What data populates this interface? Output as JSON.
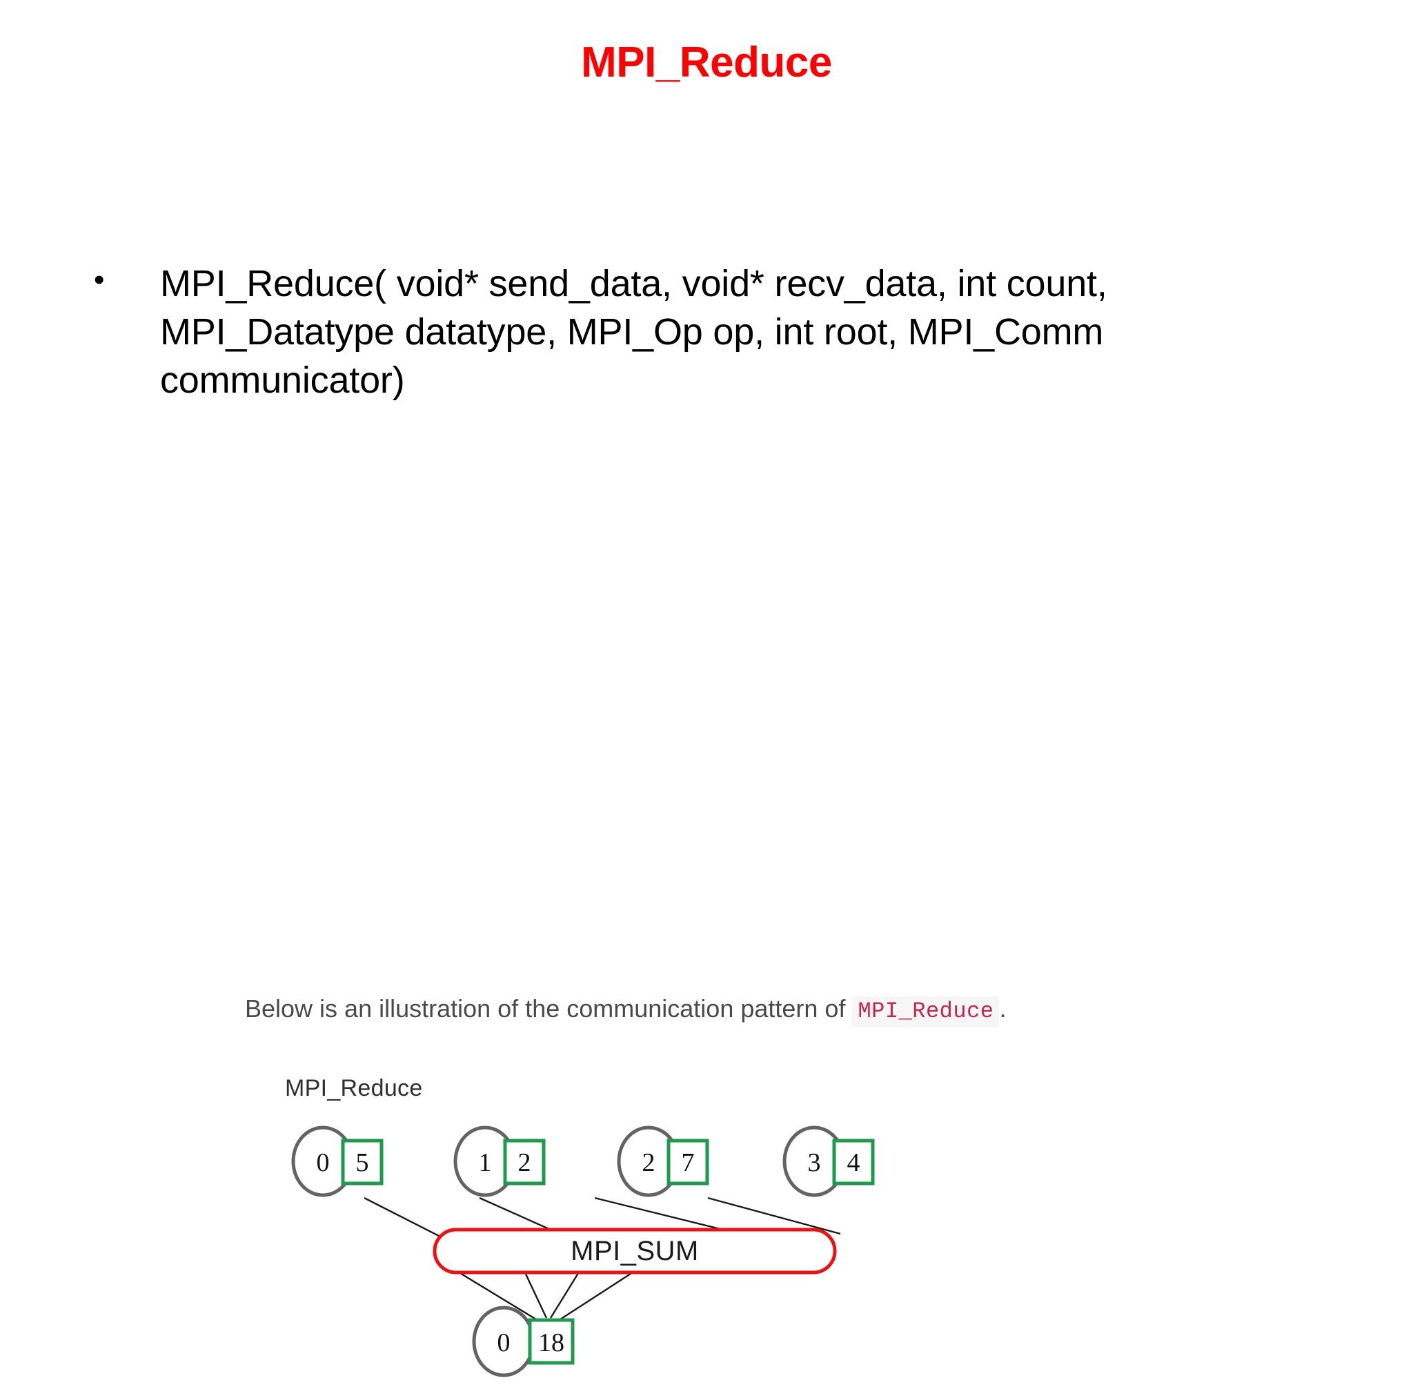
{
  "slide": {
    "title": "MPI_Reduce",
    "title_color": "#fe0000"
  },
  "bullet": {
    "marker": "•",
    "text": "MPI_Reduce( void* send_data, void* recv_data, int count, MPI_Datatype datatype, MPI_Op op, int root, MPI_Comm communicator)"
  },
  "figure": {
    "caption_before": "Below is an illustration of the communication pattern of ",
    "caption_code": "MPI_Reduce",
    "caption_after": ".",
    "caption_color": "#4a4a4a",
    "code_color": "#c7254e",
    "code_background": "#f6f6f6",
    "diagram_label": "MPI_Reduce",
    "operation_label": "MPI_SUM",
    "operation_border_color": "#ef1111",
    "circle_border_color": "#636363",
    "value_box_border_color": "#1e9a4e",
    "ranks": [
      {
        "rank": "0",
        "value": "5"
      },
      {
        "rank": "1",
        "value": "2"
      },
      {
        "rank": "2",
        "value": "7"
      },
      {
        "rank": "3",
        "value": "4"
      }
    ],
    "root": {
      "rank": "0",
      "value": "18"
    }
  },
  "chart_data": {
    "type": "diagram",
    "title": "MPI_Reduce",
    "nodes": [
      {
        "id": "rank0",
        "rank": 0,
        "value": 5,
        "role": "sender"
      },
      {
        "id": "rank1",
        "rank": 1,
        "value": 2,
        "role": "sender"
      },
      {
        "id": "rank2",
        "rank": 2,
        "value": 7,
        "role": "sender"
      },
      {
        "id": "rank3",
        "rank": 3,
        "value": 4,
        "role": "sender"
      },
      {
        "id": "op",
        "label": "MPI_SUM",
        "role": "operation"
      },
      {
        "id": "root",
        "rank": 0,
        "value": 18,
        "role": "root-receiver"
      }
    ],
    "edges": [
      {
        "from": "rank0",
        "to": "op"
      },
      {
        "from": "rank1",
        "to": "op"
      },
      {
        "from": "rank2",
        "to": "op"
      },
      {
        "from": "rank3",
        "to": "op"
      },
      {
        "from": "op",
        "to": "root"
      },
      {
        "from": "op",
        "to": "root"
      },
      {
        "from": "op",
        "to": "root"
      },
      {
        "from": "op",
        "to": "root"
      }
    ]
  }
}
